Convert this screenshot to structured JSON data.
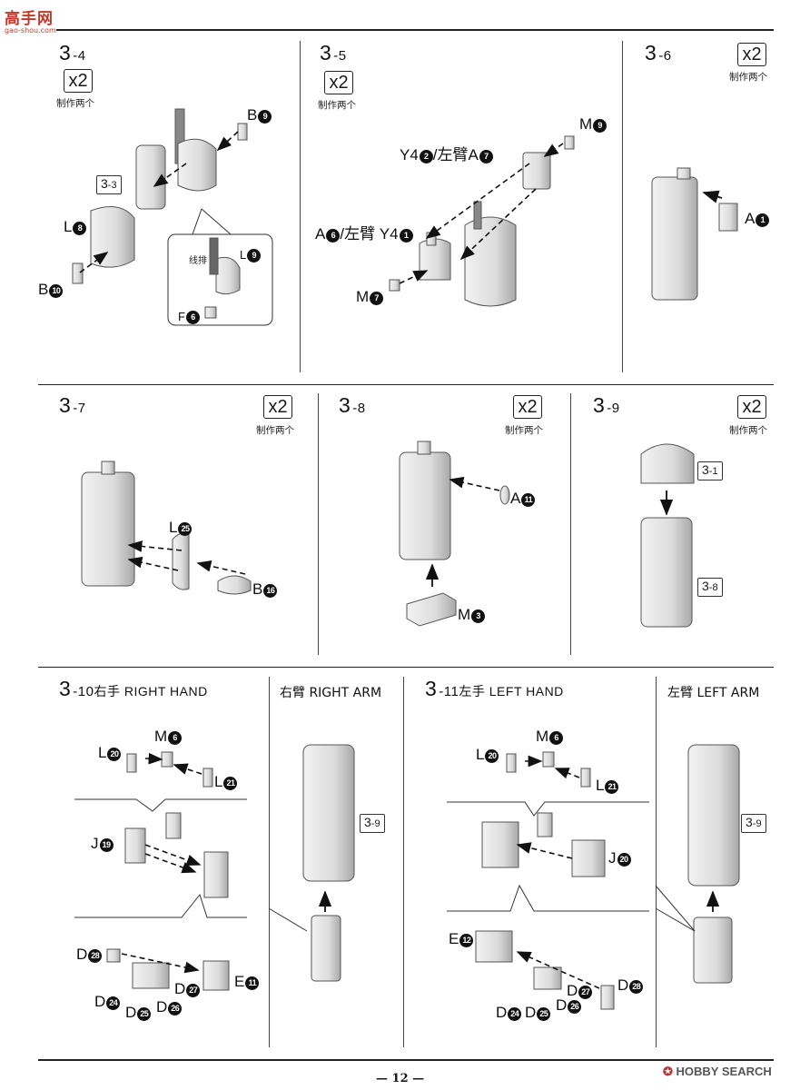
{
  "header": {
    "logo_text": "高手网",
    "logo_sub": "gao-shou.com"
  },
  "multiplier": {
    "label": "x2",
    "note": "制作两个"
  },
  "steps": {
    "s34": {
      "title": "3",
      "sub": "-4",
      "labels": {
        "b9": "B",
        "b9n": "9",
        "ref": "3",
        "refsub": "-3",
        "l8": "L",
        "l8n": "8",
        "b10": "B",
        "b10n": "10",
        "wire": "线排",
        "l9": "L",
        "l9n": "9",
        "f6": "F",
        "f6n": "6"
      }
    },
    "s35": {
      "title": "3",
      "sub": "-5",
      "labels": {
        "m9": "M",
        "m9n": "9",
        "y42": "Y4",
        "y42n": "2",
        "y42b": "/左臂A",
        "y42bn": "7",
        "a6": "A",
        "a6n": "6",
        "a6b": "/左臂 Y4",
        "a6bn": "1",
        "m7": "M",
        "m7n": "7"
      }
    },
    "s36": {
      "title": "3",
      "sub": "-6",
      "labels": {
        "a1": "A",
        "a1n": "1"
      }
    },
    "s37": {
      "title": "3",
      "sub": "-7",
      "labels": {
        "l25": "L",
        "l25n": "25",
        "b16": "B",
        "b16n": "16"
      }
    },
    "s38": {
      "title": "3",
      "sub": "-8",
      "labels": {
        "a11": "A",
        "a11n": "11",
        "m3": "M",
        "m3n": "3"
      }
    },
    "s39": {
      "title": "3",
      "sub": "-9",
      "labels": {
        "ref1": "3",
        "ref1sub": "-1",
        "ref2": "3",
        "ref2sub": "-8"
      }
    },
    "s310": {
      "title": "3",
      "sub": "-10",
      "caption": "右手 RIGHT HAND",
      "labels": {
        "m6": "M",
        "m6n": "6",
        "l20": "L",
        "l20n": "20",
        "l21": "L",
        "l21n": "21",
        "j19": "J",
        "j19n": "19",
        "d28": "D",
        "d28n": "28",
        "d27": "D",
        "d27n": "27",
        "e11": "E",
        "e11n": "11",
        "d24": "D",
        "d24n": "24",
        "d25": "D",
        "d25n": "25",
        "d26": "D",
        "d26n": "26"
      }
    },
    "right_arm": {
      "caption": "右臂 RIGHT ARM",
      "ref": "3",
      "refsub": "-9"
    },
    "s311": {
      "title": "3",
      "sub": "-11",
      "caption": "左手 LEFT HAND",
      "labels": {
        "m6": "M",
        "m6n": "6",
        "l20": "L",
        "l20n": "20",
        "l21": "L",
        "l21n": "21",
        "j20": "J",
        "j20n": "20",
        "e12": "E",
        "e12n": "12",
        "d27": "D",
        "d27n": "27",
        "d28": "D",
        "d28n": "28",
        "d24": "D",
        "d24n": "24",
        "d25": "D",
        "d25n": "25",
        "d26": "D",
        "d26n": "26"
      }
    },
    "left_arm": {
      "caption": "左臂 LEFT ARM",
      "ref": "3",
      "refsub": "-9"
    }
  },
  "footer": {
    "page": "— 12 —",
    "watermark": "HOBBY SEARCH"
  }
}
